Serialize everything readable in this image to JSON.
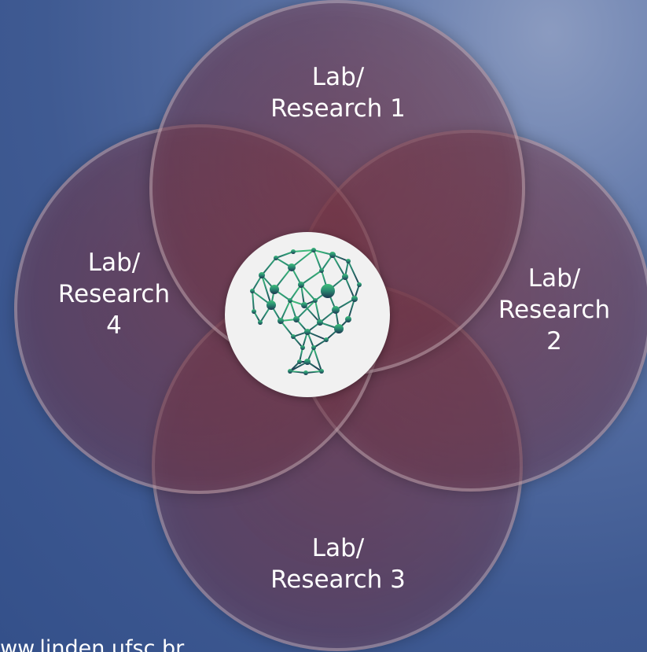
{
  "diagram": {
    "nodes": [
      {
        "id": "lab1",
        "line1": "Lab/",
        "line2": "Research 1"
      },
      {
        "id": "lab2",
        "line1": "Lab/",
        "line2": "Research",
        "line3": "2"
      },
      {
        "id": "lab3",
        "line1": "Lab/",
        "line2": "Research 3"
      },
      {
        "id": "lab4",
        "line1": "Lab/",
        "line2": "Research",
        "line3": "4"
      }
    ],
    "center": {
      "icon": "network-tree-logo-icon"
    },
    "colors": {
      "background": "#3f5a92",
      "circle_fill": "#78323e",
      "logo_green": "#2ea36a",
      "logo_navy": "#1d3550"
    }
  },
  "footer": {
    "url": "www.linden.ufsc.br"
  }
}
